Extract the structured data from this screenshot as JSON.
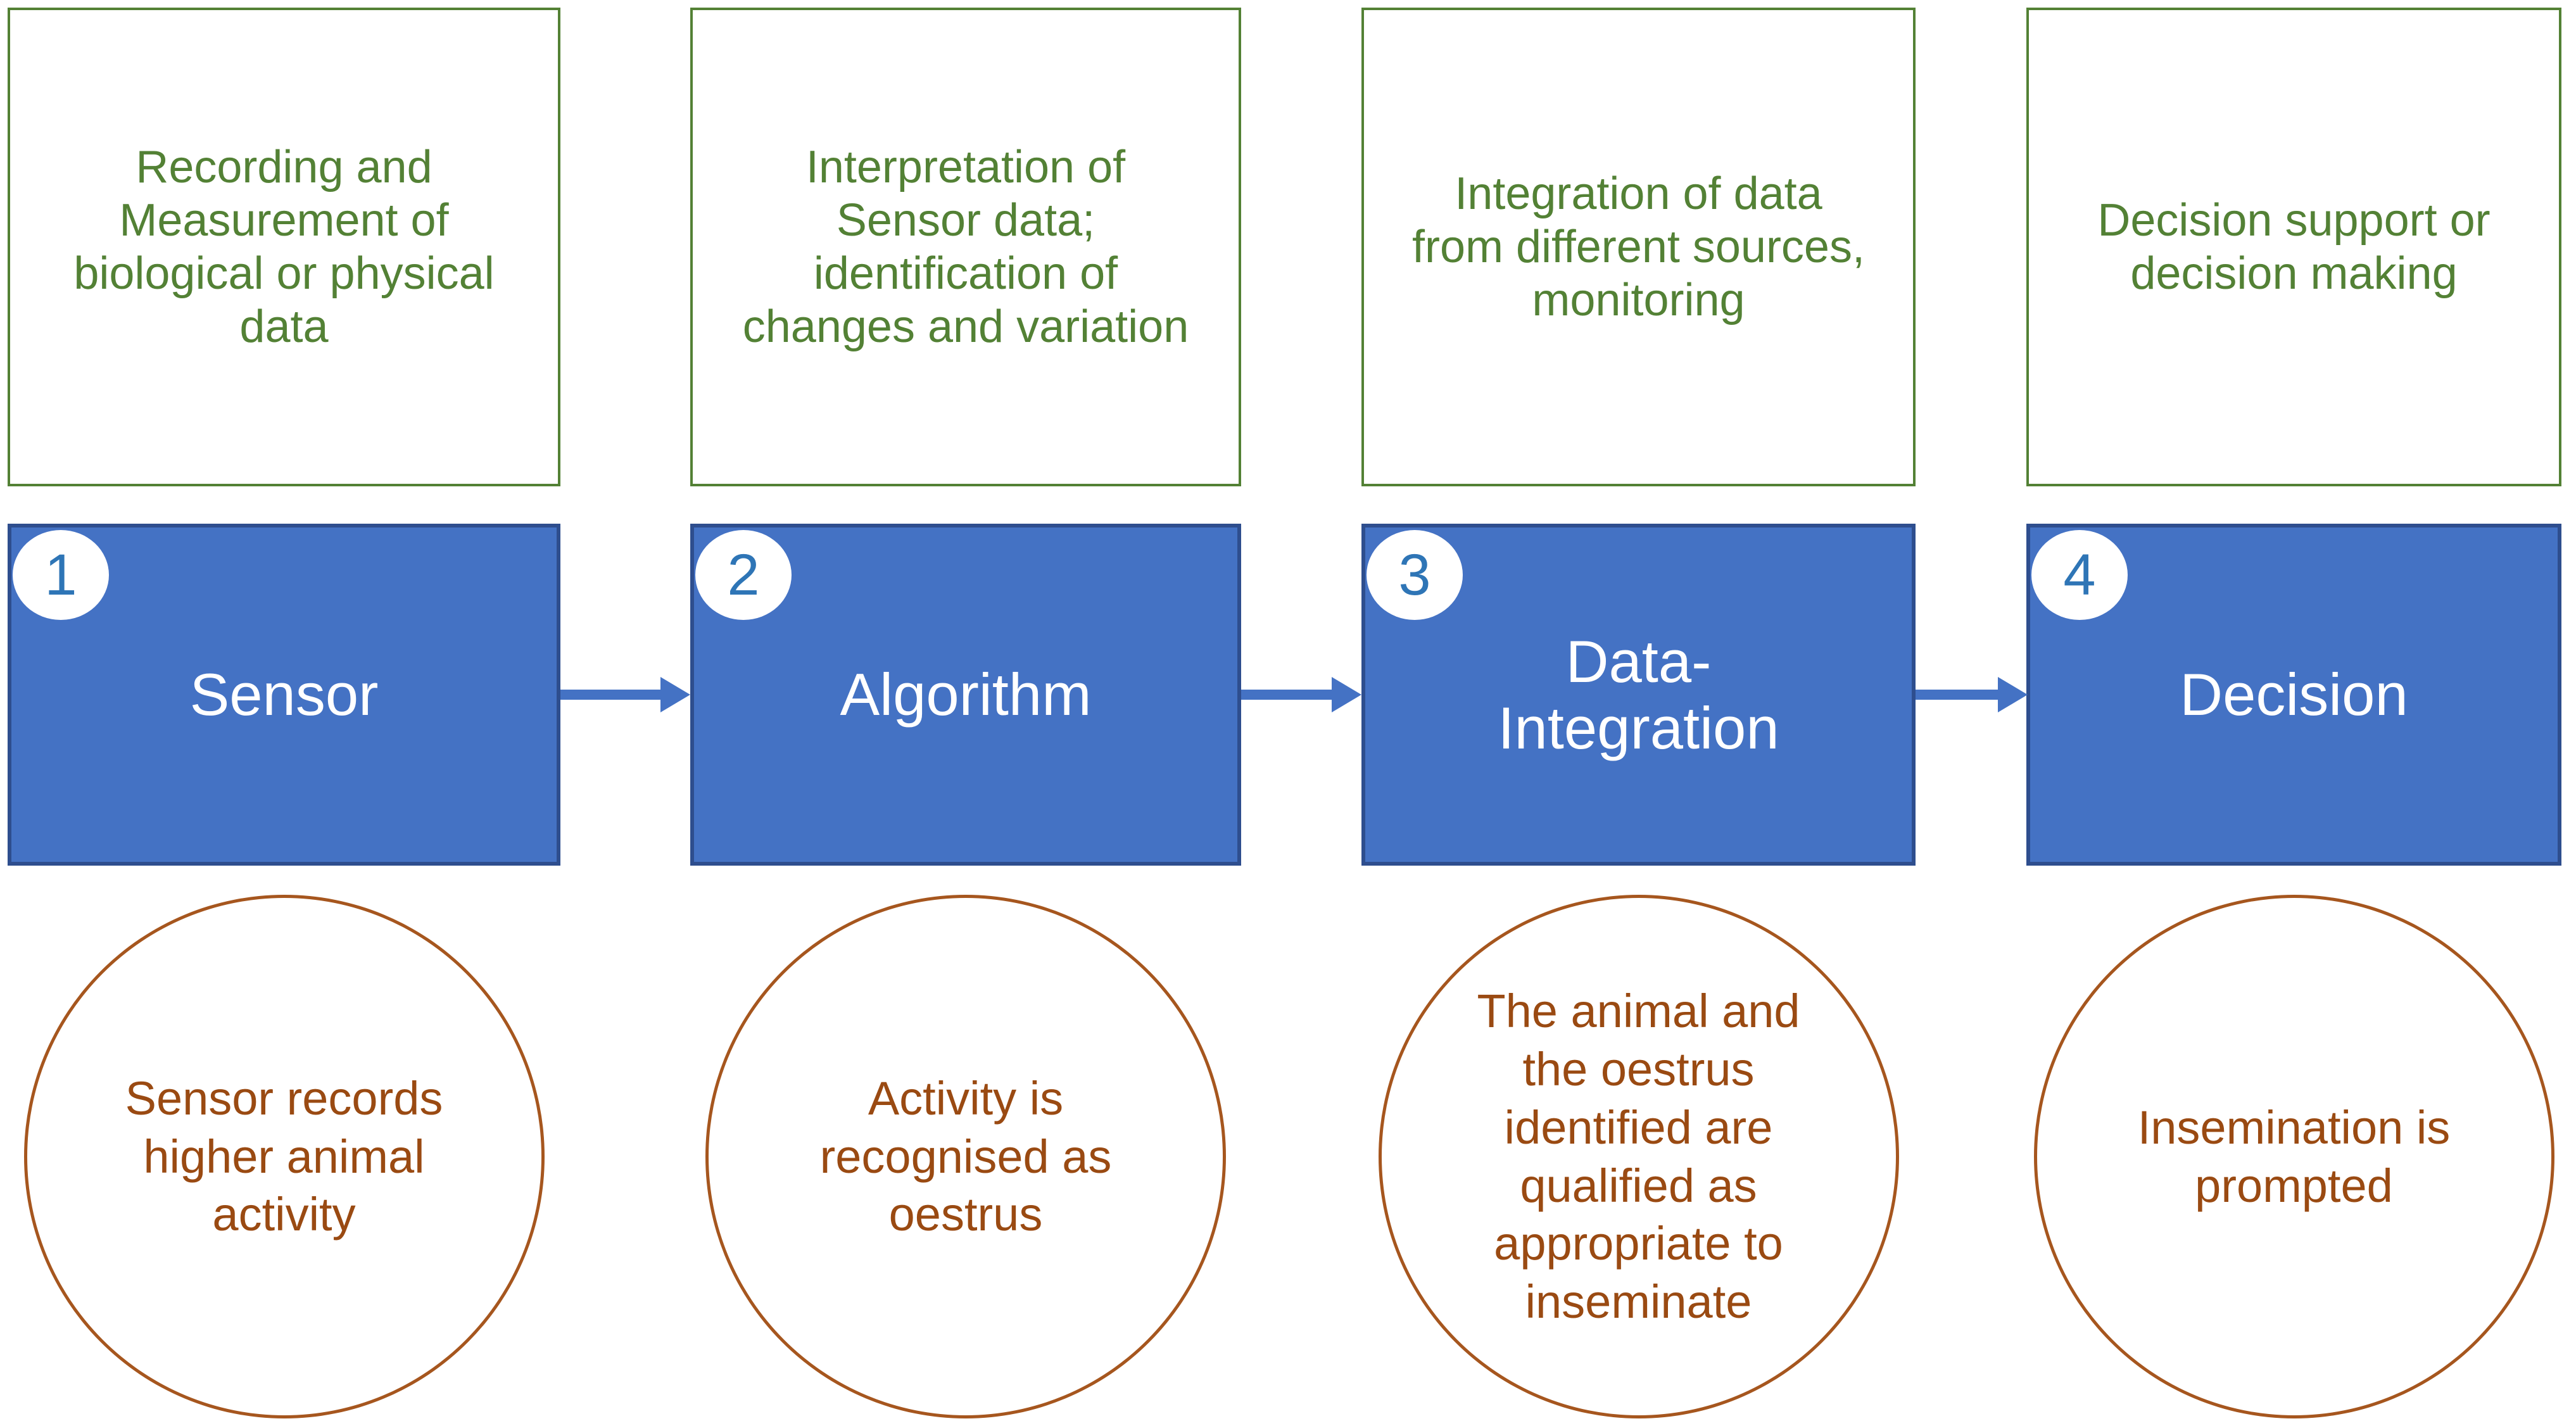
{
  "diagram": {
    "colors": {
      "background": "#FFFFFF",
      "green_box_border": "#538135",
      "green_text": "#538135",
      "blue_box_fill": "#4472C4",
      "blue_box_border": "#2E4E8E",
      "stage_label_text": "#FFFFFF",
      "badge_fill": "#FFFFFF",
      "badge_number": "#2E75B6",
      "circle_border": "#A6561E",
      "circle_text": "#9A4A12",
      "arrow": "#4472C4"
    },
    "columns": [
      {
        "step_number": "1",
        "description": "Recording and\nMeasurement of\nbiological or physical\ndata",
        "stage_label": "Sensor",
        "outcome": "Sensor records\nhigher animal\nactivity"
      },
      {
        "step_number": "2",
        "description": "Interpretation of\nSensor data;\nidentification of\nchanges and variation",
        "stage_label": "Algorithm",
        "outcome": "Activity is\nrecognised as\noestrus"
      },
      {
        "step_number": "3",
        "description": "Integration of data\nfrom different sources,\nmonitoring",
        "stage_label": "Data-\nIntegration",
        "outcome": "The animal and\nthe oestrus\nidentified are\nqualified as\nappropriate to\ninseminate"
      },
      {
        "step_number": "4",
        "description": "Decision support or\ndecision making",
        "stage_label": "Decision",
        "outcome": "Insemination is\nprompted"
      }
    ]
  }
}
